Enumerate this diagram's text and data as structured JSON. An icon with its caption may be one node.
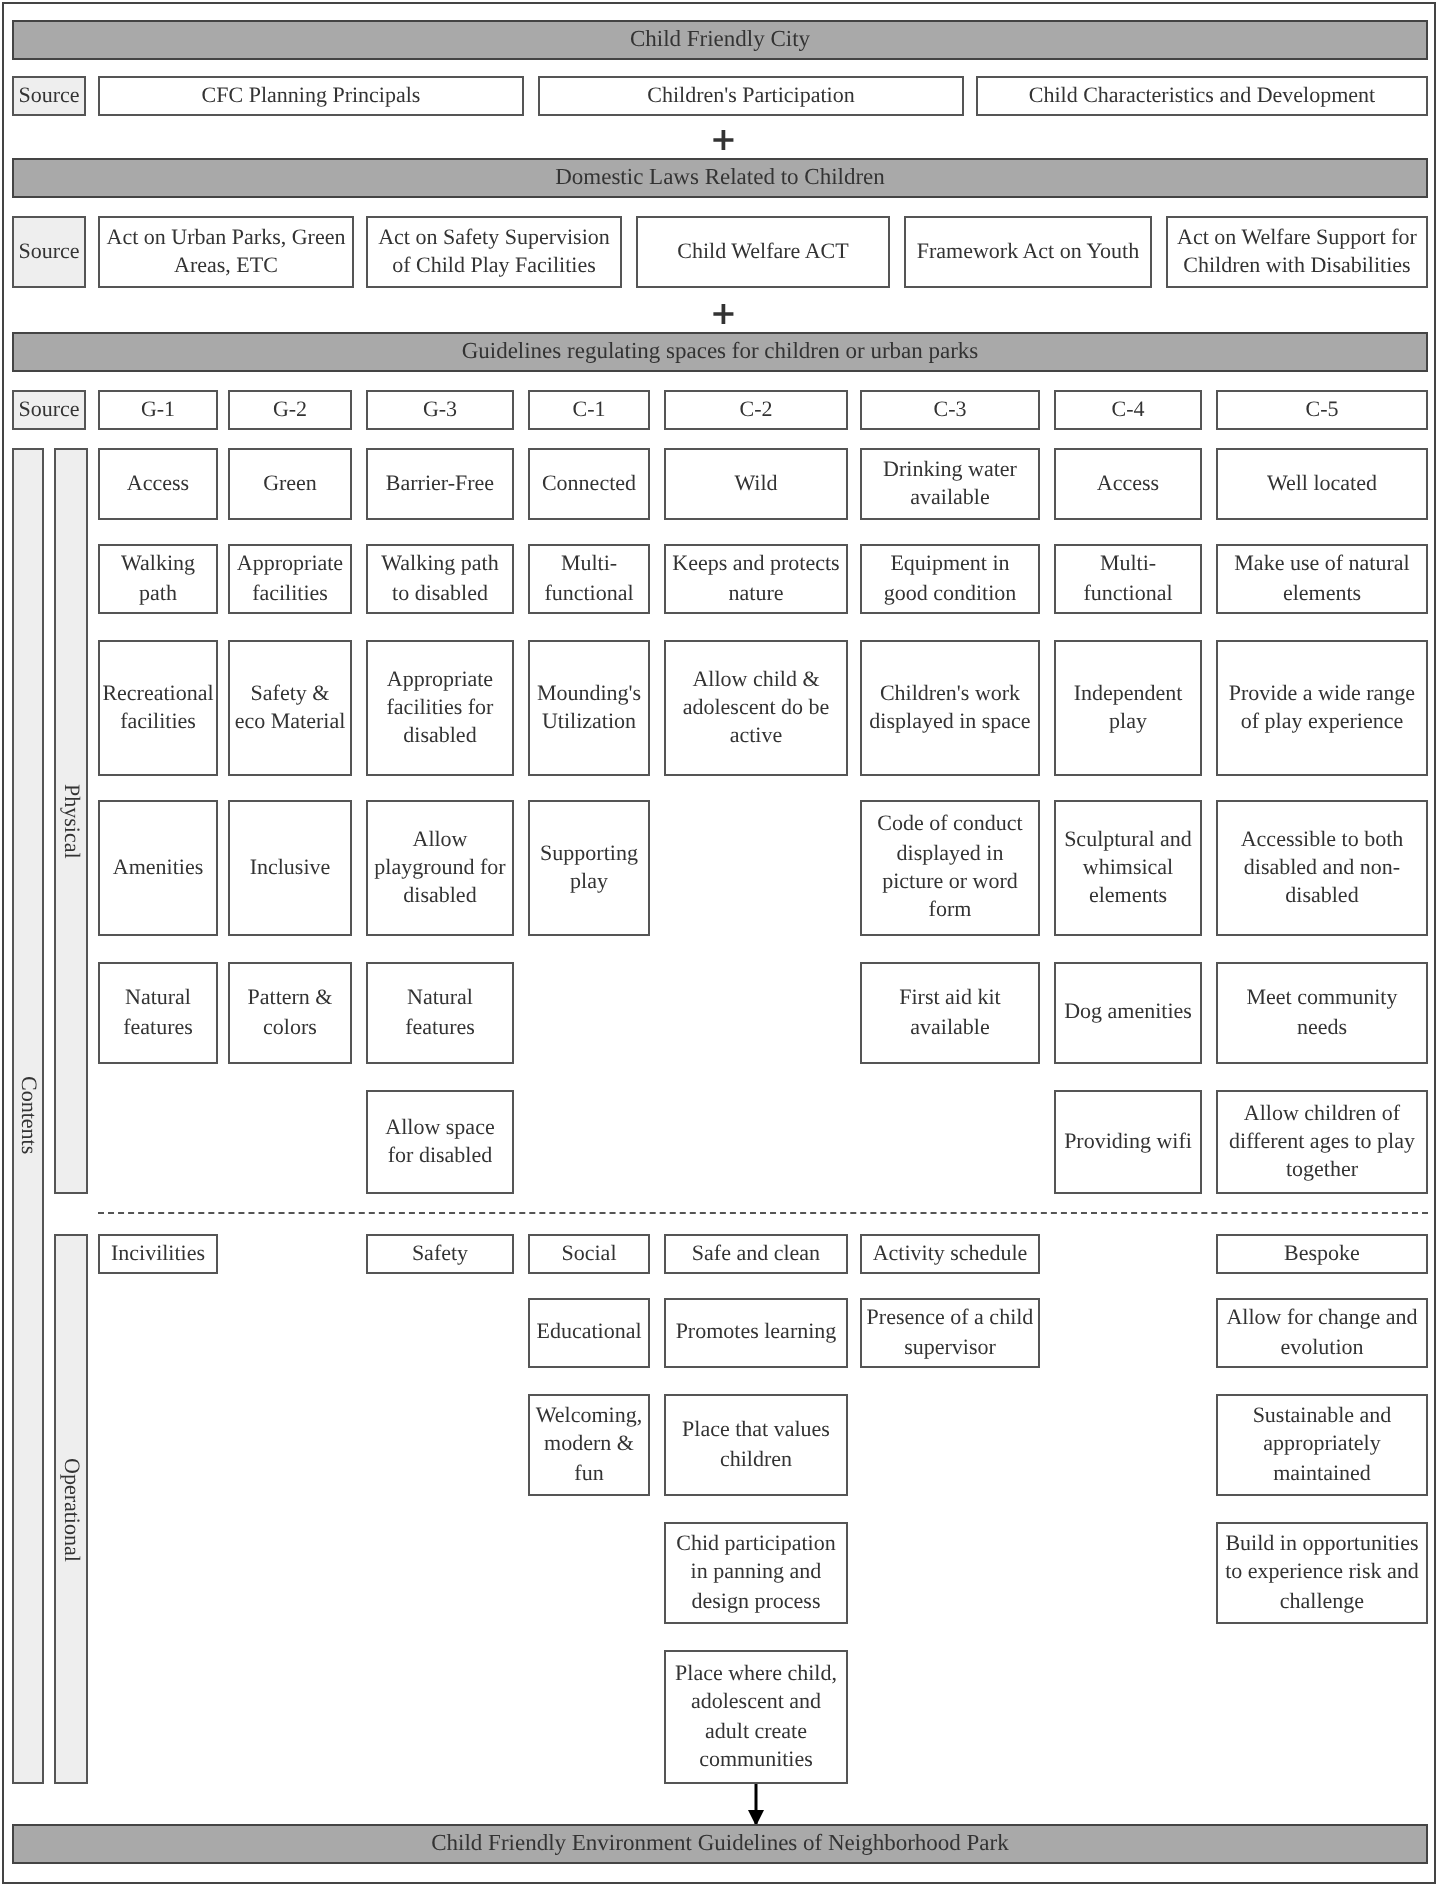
{
  "diagram": {
    "nodes": [
      {
        "text": [
          "Child Friendly City"
        ]
      },
      {
        "text": [
          "Source"
        ]
      },
      {
        "text": [
          "CFC Planning Principals"
        ]
      },
      {
        "text": [
          "Children's Participation"
        ]
      },
      {
        "text": [
          "Child Characteristics and Development"
        ]
      },
      {
        "text": [
          "Domestic Laws Related to Children"
        ]
      },
      {
        "text": [
          "Source"
        ]
      },
      {
        "text": [
          "Act on Urban Parks, Green Areas, ETC"
        ]
      },
      {
        "text": [
          "Act on Safety Supervision of Child Play Facilities"
        ]
      },
      {
        "text": [
          "Child Welfare ACT"
        ]
      },
      {
        "text": [
          "Framework Act on Youth"
        ]
      },
      {
        "text": [
          "Act on Welfare Support for Children with Disabilities"
        ]
      },
      {
        "text": [
          "Guidelines regulating spaces for children or urban parks"
        ]
      },
      {
        "text": [
          "Source"
        ]
      },
      {
        "text": [
          "G-1"
        ]
      },
      {
        "text": [
          "G-2"
        ]
      },
      {
        "text": [
          "G-3"
        ]
      },
      {
        "text": [
          "C-1"
        ]
      },
      {
        "text": [
          "C-2"
        ]
      },
      {
        "text": [
          "C-3"
        ]
      },
      {
        "text": [
          "C-4"
        ]
      },
      {
        "text": [
          "C-5"
        ]
      },
      {
        "text": [
          "Contents"
        ]
      },
      {
        "text": [
          "Physical"
        ]
      },
      {
        "text": [
          "Access"
        ]
      },
      {
        "text": [
          "Green"
        ]
      },
      {
        "text": [
          "Barrier-Free"
        ]
      },
      {
        "text": [
          "Connected"
        ]
      },
      {
        "text": [
          "Wild"
        ]
      },
      {
        "text": [
          "Drinking water available"
        ]
      },
      {
        "text": [
          "Access"
        ]
      },
      {
        "text": [
          "Well located"
        ]
      },
      {
        "text": [
          "Walking path"
        ]
      },
      {
        "text": [
          "Appropriate facilities"
        ]
      },
      {
        "text": [
          "Walking path to disabled"
        ]
      },
      {
        "text": [
          "Multi-functional"
        ]
      },
      {
        "text": [
          "Keeps and protects nature"
        ]
      },
      {
        "text": [
          "Equipment in good condition"
        ]
      },
      {
        "text": [
          "Multi-functional"
        ]
      },
      {
        "text": [
          "Make use of natural elements"
        ]
      },
      {
        "text": [
          "Recreational facilities"
        ]
      },
      {
        "text": [
          "Safety & eco Material"
        ]
      },
      {
        "text": [
          "Appropriate facilities for disabled"
        ]
      },
      {
        "text": [
          "Mounding's Utilization"
        ]
      },
      {
        "text": [
          "Allow child & adolescent do be active"
        ]
      },
      {
        "text": [
          "Children's work displayed in space"
        ]
      },
      {
        "text": [
          "Independent play"
        ]
      },
      {
        "text": [
          "Provide a wide range of play experience"
        ]
      },
      {
        "text": [
          "Amenities"
        ]
      },
      {
        "text": [
          "Inclusive"
        ]
      },
      {
        "text": [
          "Allow playground for disabled"
        ]
      },
      {
        "text": [
          "Supporting play"
        ]
      },
      {
        "text": [
          "Code of conduct displayed in picture or word form"
        ]
      },
      {
        "text": [
          "Sculptural and whimsical elements"
        ]
      },
      {
        "text": [
          "Accessible to both disabled and non-disabled"
        ]
      },
      {
        "text": [
          "Natural features"
        ]
      },
      {
        "text": [
          "Pattern & colors"
        ]
      },
      {
        "text": [
          "Natural features"
        ]
      },
      {
        "text": [
          "First aid kit available"
        ]
      },
      {
        "text": [
          "Dog amenities"
        ]
      },
      {
        "text": [
          "Meet community needs"
        ]
      },
      {
        "text": [
          "Allow space for disabled"
        ]
      },
      {
        "text": [
          "Providing wifi"
        ]
      },
      {
        "text": [
          "Allow children of different ages to play together"
        ]
      },
      {
        "text": [
          "Operational"
        ]
      },
      {
        "text": [
          "Incivilities"
        ]
      },
      {
        "text": [
          "Safety"
        ]
      },
      {
        "text": [
          "Social"
        ]
      },
      {
        "text": [
          "Safe and clean"
        ]
      },
      {
        "text": [
          "Activity schedule"
        ]
      },
      {
        "text": [
          "Bespoke"
        ]
      },
      {
        "text": [
          "Educational"
        ]
      },
      {
        "text": [
          "Promotes learning"
        ]
      },
      {
        "text": [
          "Presence of a child supervisor"
        ]
      },
      {
        "text": [
          "Allow for change and evolution"
        ]
      },
      {
        "text": [
          "Welcoming, modern & fun"
        ]
      },
      {
        "text": [
          "Place that values children"
        ]
      },
      {
        "text": [
          "Sustainable and appropriately maintained"
        ]
      },
      {
        "text": [
          "Chid participation in panning and design process"
        ]
      },
      {
        "text": [
          "Build in opportunities to experience risk and challenge"
        ]
      },
      {
        "text": [
          "Place where child, adolescent and adult create communities"
        ]
      },
      {
        "text": [
          "Child Friendly Environment Guidelines of Neighborhood Park"
        ]
      }
    ],
    "edges": [
      {
        "from": 80,
        "to": 81,
        "arrow": "to"
      }
    ],
    "labels": [
      "+",
      "+"
    ]
  }
}
